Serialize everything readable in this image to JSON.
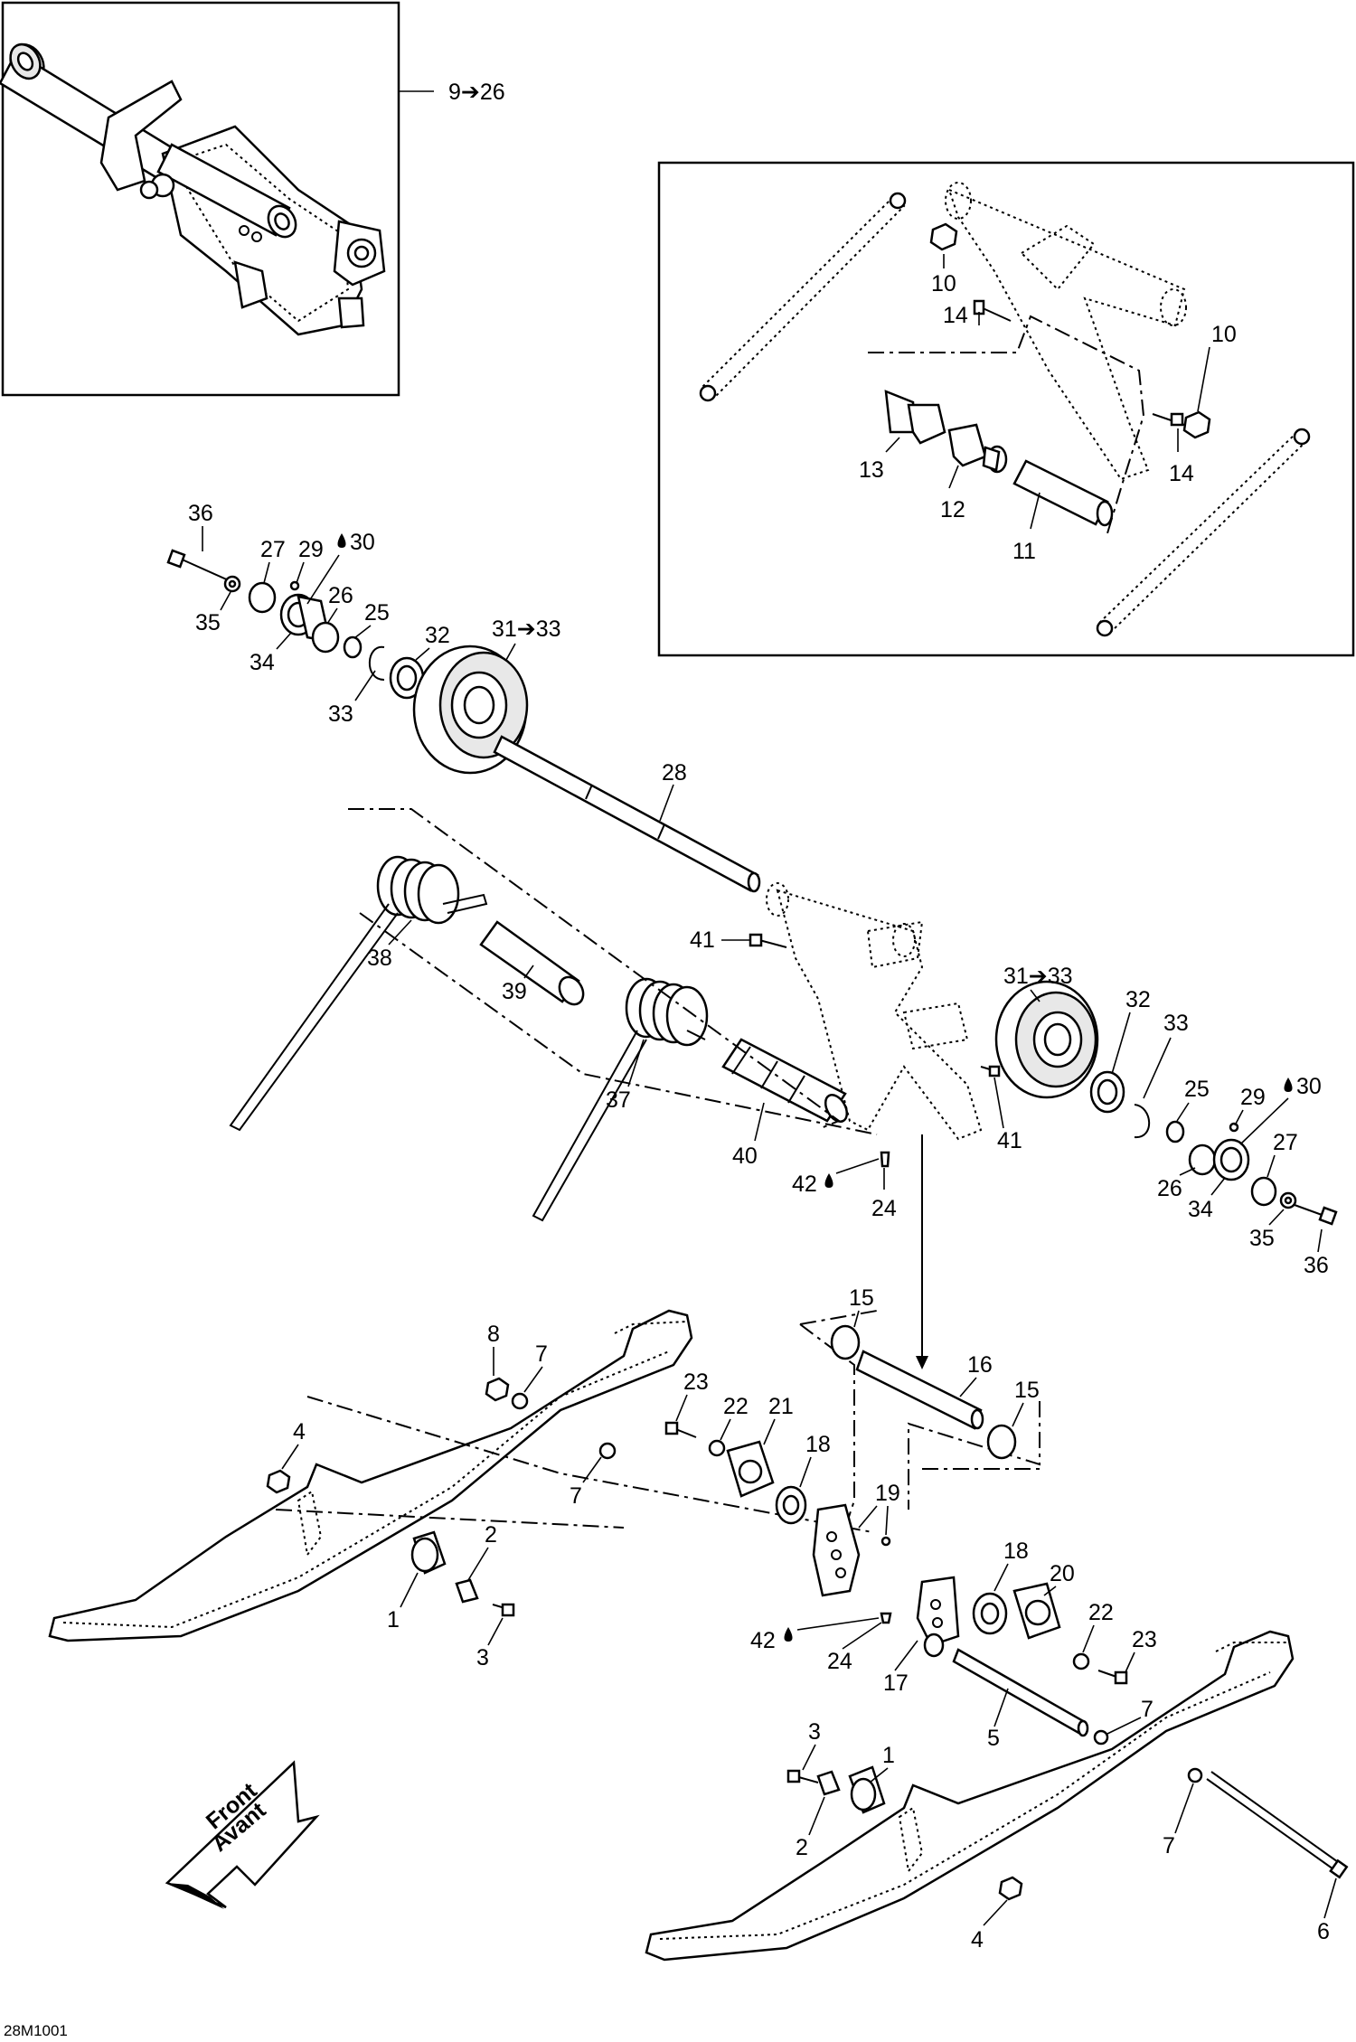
{
  "diagram_code": "28M1001",
  "front_arrow": {
    "line1": "Front",
    "line2": "Avant"
  },
  "callouts": {
    "c9_26": "9➔26",
    "c10a": "10",
    "c10b": "10",
    "c11": "11",
    "c12": "12",
    "c13": "13",
    "c14a": "14",
    "c14b": "14",
    "c36a": "36",
    "c27a": "27",
    "c29a": "29",
    "c30a": "30",
    "c35a": "35",
    "c26a": "26",
    "c25a": "25",
    "c34a": "34",
    "c32a": "32",
    "c33a": "33",
    "c31_33a": "31➔33",
    "c28": "28",
    "c38": "38",
    "c39": "39",
    "c41a": "41",
    "c37": "37",
    "c40": "40",
    "c42a": "42",
    "c24a": "24",
    "c31_33b": "31➔33",
    "c32b": "32",
    "c33b": "33",
    "c41b": "41",
    "c25b": "25",
    "c29b": "29",
    "c30b": "30",
    "c27b": "27",
    "c26b": "26",
    "c34b": "34",
    "c35b": "35",
    "c36b": "36",
    "c15a": "15",
    "c16": "16",
    "c15b": "15",
    "c8": "8",
    "c7a": "7",
    "c4a": "4",
    "c7b": "7",
    "c23a": "23",
    "c22a": "22",
    "c21": "21",
    "c18a": "18",
    "c19": "19",
    "c2a": "2",
    "c1a": "1",
    "c3a": "3",
    "c18b": "18",
    "c20": "20",
    "c22b": "22",
    "c42b": "42",
    "c24b": "24",
    "c17": "17",
    "c23b": "23",
    "c7c": "7",
    "c5": "5",
    "c3b": "3",
    "c1b": "1",
    "c2b": "2",
    "c7d": "7",
    "c6": "6",
    "c4b": "4"
  }
}
